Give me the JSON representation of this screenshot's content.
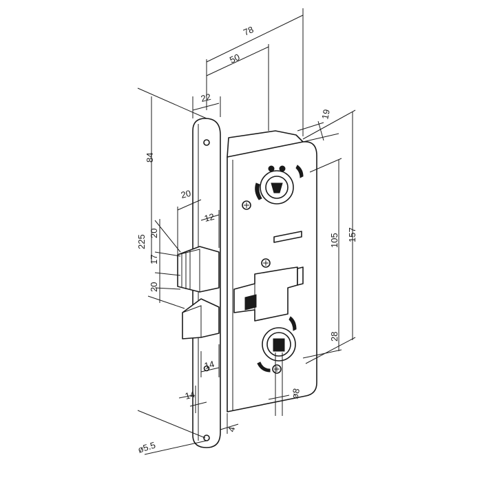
{
  "dimensions": {
    "d78": "78",
    "d50": "50",
    "d22": "22",
    "d19": "19",
    "d84": "84",
    "d157": "157",
    "d105": "105",
    "d28": "28",
    "d20a": "20",
    "d12": "12",
    "d225": "225",
    "d20b": "20",
    "d17": "17",
    "d20c": "20",
    "d14a": "14",
    "d14b": "14",
    "d4": "4",
    "d8": "ø8",
    "d55": "ø5.5"
  }
}
